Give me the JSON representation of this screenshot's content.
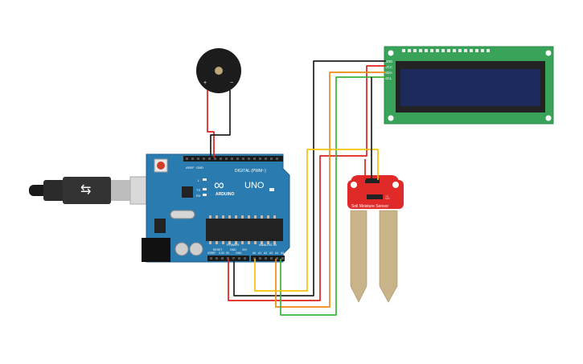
{
  "arduino": {
    "logo_text": "UNO",
    "brand_text": "ARDUINO",
    "digital_label": "DIGITAL (PWM~)",
    "power_label": "POWER",
    "analog_label": "ANALOG IN",
    "led_l": "L",
    "led_tx": "TX",
    "led_rx": "RX",
    "aref": "AREF",
    "gnd": "GND",
    "analog_pins": [
      "A0",
      "A1",
      "A2",
      "A3",
      "A4",
      "A5"
    ],
    "power_pins": [
      "IOREF",
      "RESET",
      "3.3V",
      "5V",
      "GND",
      "GND",
      "VIN"
    ]
  },
  "buzzer": {
    "plus": "+",
    "minus": "−"
  },
  "lcd": {
    "pins": [
      "GND",
      "VCC",
      "SDA",
      "SCL"
    ]
  },
  "soil_sensor": {
    "label": "Soil Moisture Sensor"
  },
  "colors": {
    "board": "#2a7bb0",
    "lcd_pcb": "#3aa35a",
    "lcd_screen": "#1d2a5c",
    "sensor_red": "#e02a2a",
    "probe": "#c9b48a",
    "wire_red": "#e0201a",
    "wire_black": "#202020",
    "wire_orange": "#f08a14",
    "wire_yellow": "#f2c40a",
    "wire_green": "#3bb23b"
  }
}
